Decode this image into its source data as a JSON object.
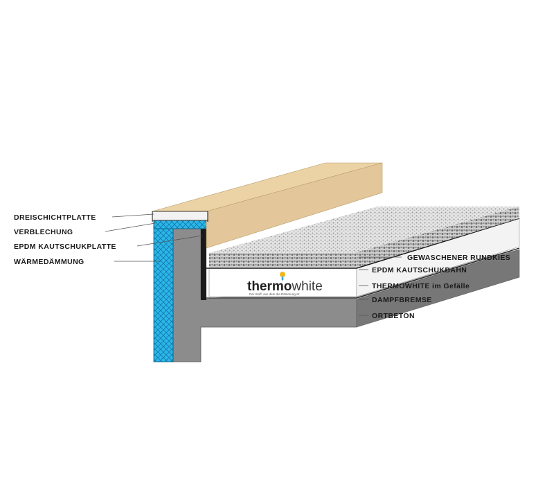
{
  "labels_left": {
    "dreischichtplatte": "DREISCHICHTPLATTE",
    "verblechung": "VERBLECHUNG",
    "epdm_kautschukplatte": "EPDM KAUTSCHUKPLATTE",
    "waermedaemmung": "WÄRMEDÄMMUNG"
  },
  "labels_right": {
    "rundkies": "GEWASCHENER RUNDKIES",
    "epdm_bahn": "EPDM KAUTSCHUKBAHN",
    "thermowhite_gefaelle": "THERMOWHITE im Gefälle",
    "dampfbremse": "DAMPFBREMSE",
    "ortbeton": "ORTBETON"
  },
  "logo": {
    "brand_part1": "thermo",
    "brand_part2": "white",
    "tagline": "Der Stoff, aus dem die Dämmung ist"
  },
  "colors": {
    "wood": "#e3c79a",
    "insulation": "#2bb5e8",
    "concrete": "#8c8c8c",
    "gravel": "#dcdcdc",
    "membrane": "#1a1a1a",
    "logo_sun": "#f2b61f",
    "logo_drop": "#3da6e0"
  }
}
